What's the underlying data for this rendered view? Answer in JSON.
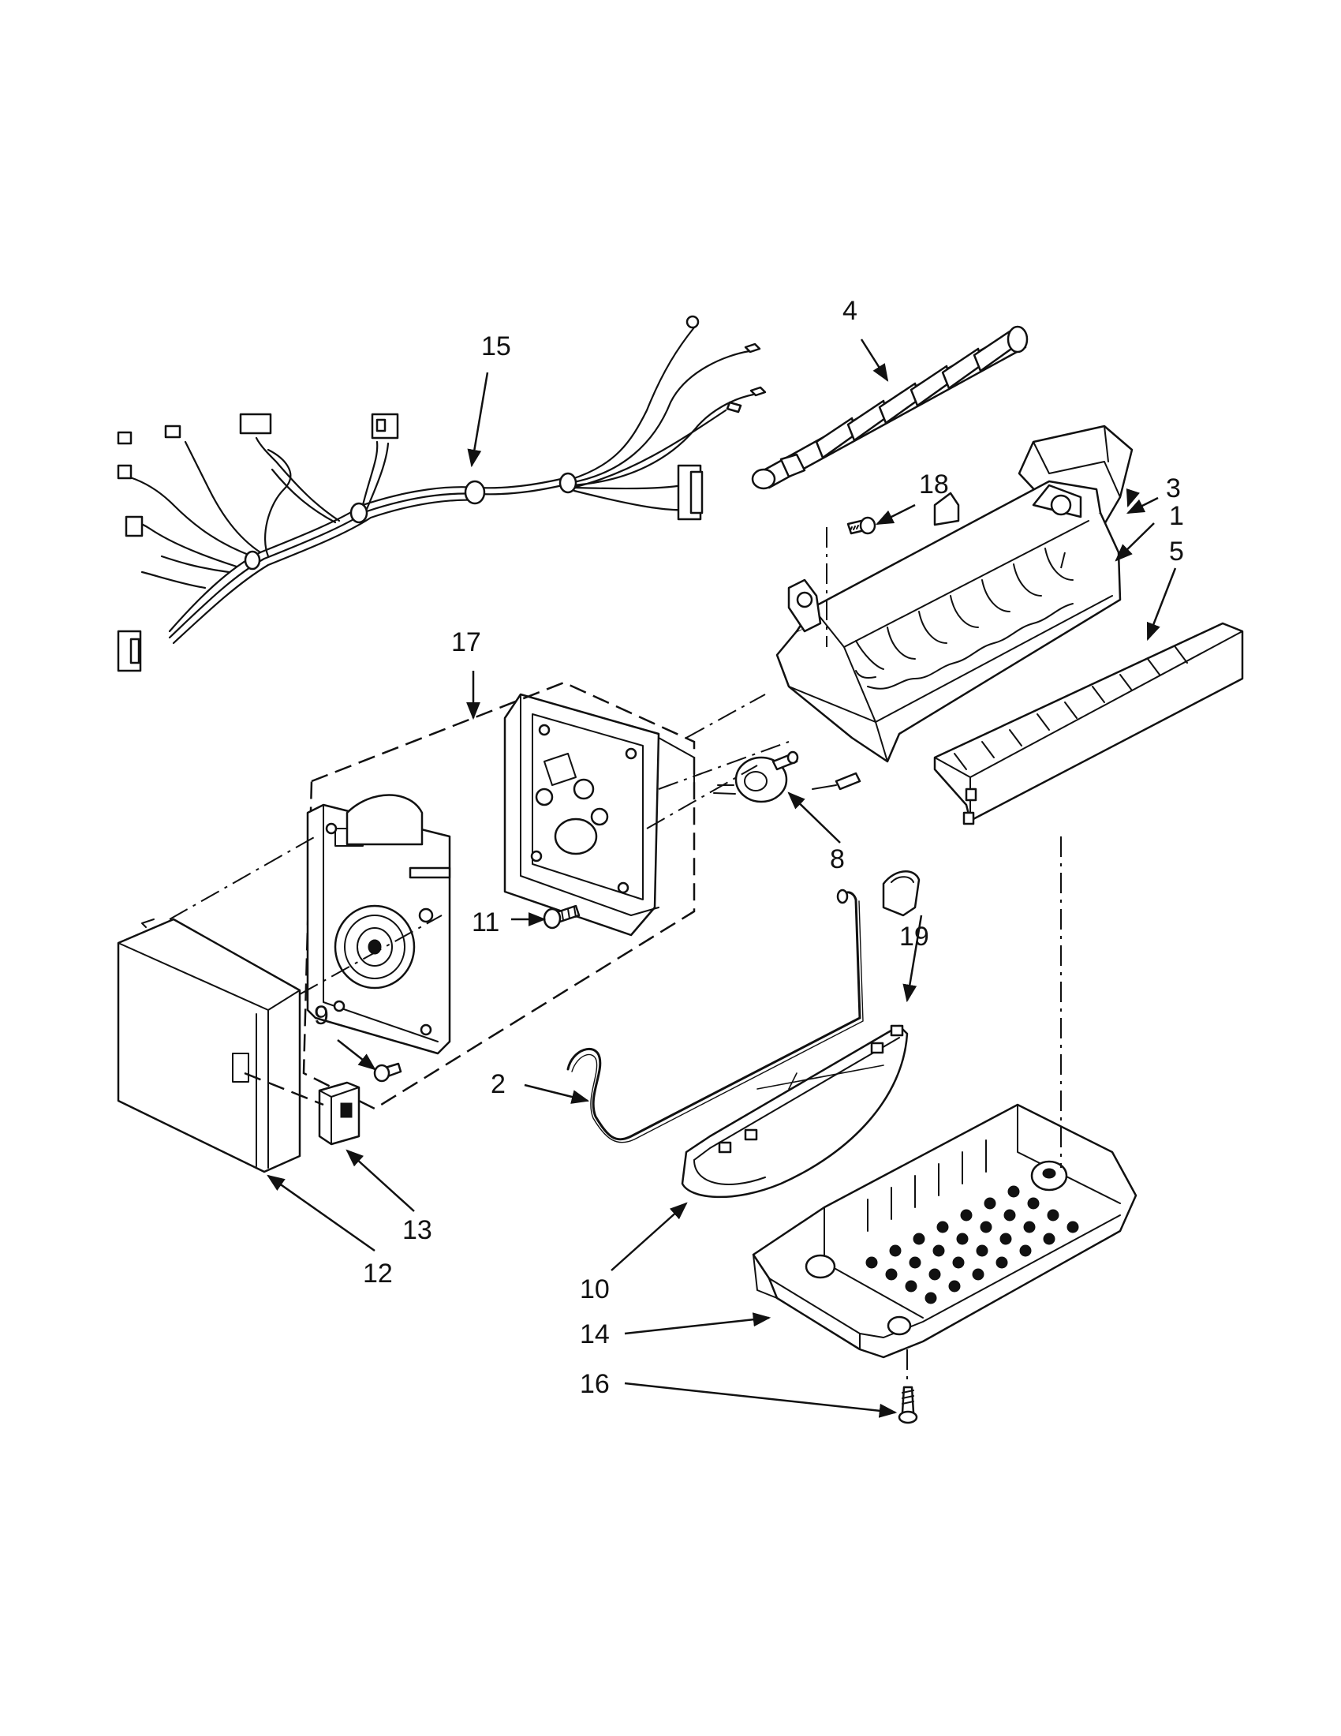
{
  "callouts": {
    "c1": "1",
    "c2": "2",
    "c3": "3",
    "c4": "4",
    "c5": "5",
    "c8": "8",
    "c9": "9",
    "c10": "10",
    "c11": "11",
    "c12": "12",
    "c13": "13",
    "c14": "14",
    "c15": "15",
    "c16": "16",
    "c17": "17",
    "c18": "18",
    "c19": "19"
  }
}
